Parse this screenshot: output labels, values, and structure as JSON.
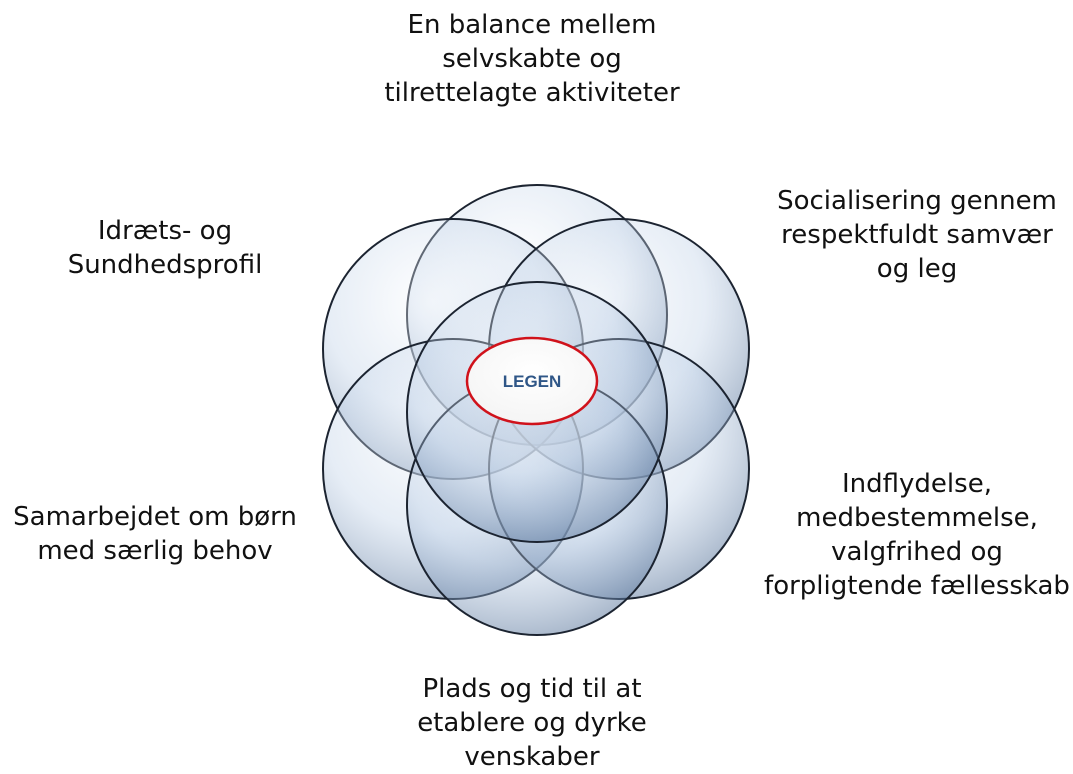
{
  "diagram": {
    "center_label": "LEGEN",
    "labels": {
      "top": "En balance mellem\nselvskabte og\ntilrettelagte aktiviteter",
      "top_right": "Socialisering gennem\nrespektfuldt samvær\nog leg",
      "top_left": "Idræts- og\nSundhedsprofil",
      "bottom_right": "Indflydelse,\nmedbestemmelse,\nvalgfrihed og\nforpligtende fællesskab",
      "bottom_left": "Samarbejdet om børn\nmed særlig behov",
      "bottom": "Plads og tid til at\netablere og dyrke\nvenskaber"
    },
    "colors": {
      "circle_fill": "#a9bfdc",
      "circle_stroke": "#1c2431",
      "center_fill": "#ffffff",
      "center_stroke": "#d0121b",
      "center_text": "#2f5687"
    }
  }
}
